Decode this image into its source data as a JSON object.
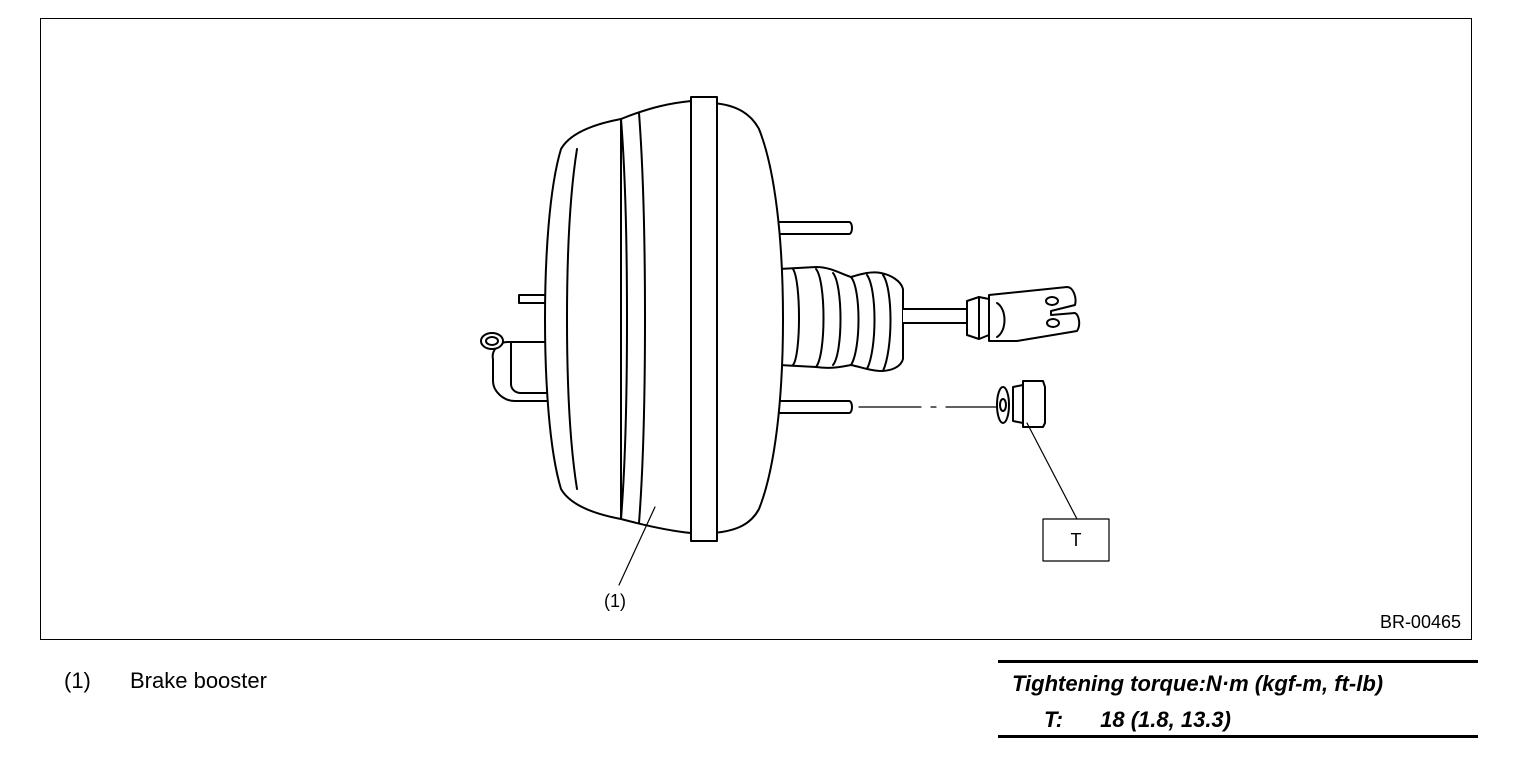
{
  "figure": {
    "id": "BR-00465",
    "callout_part": "(1)",
    "callout_torque": "T"
  },
  "legend": {
    "items": [
      {
        "num": "(1)",
        "label": "Brake booster"
      }
    ]
  },
  "torque_table": {
    "header": "Tightening torque:N·m (kgf-m, ft-lb)",
    "rows": [
      {
        "key": "T:",
        "value": "18 (1.8, 13.3)"
      }
    ]
  }
}
